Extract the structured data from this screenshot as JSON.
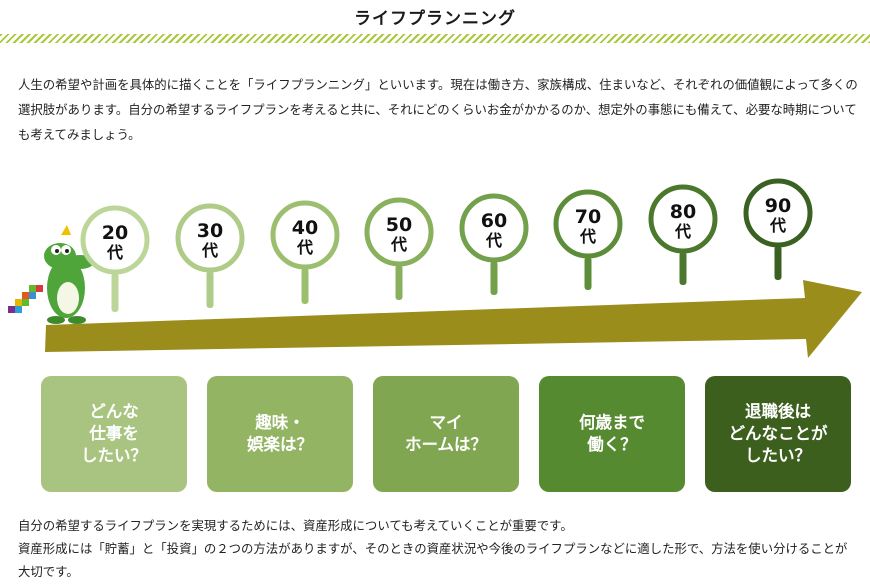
{
  "page": {
    "title": "ライフプランニング",
    "intro": "人生の希望や計画を具体的に描くことを「ライフプランニング」といいます。現在は働き方、家族構成、住まいなど、それぞれの価値観によって多くの選択肢があります。自分の希望するライフプランを考えると共に、それにどのくらいお金がかかるのか、想定外の事態にも備えて、必要な時期についても考えてみましょう。",
    "outro_1": "自分の希望するライフプランを実現するためには、資産形成についても考えていくことが重要です。",
    "outro_2": "資産形成には「貯蓄」と「投資」の２つの方法がありますが、そのときの資産状況や今後のライフプランなどに適した形で、方法を使い分けることが大切です。"
  },
  "timeline": {
    "mascot_question": "?",
    "ages": [
      {
        "num": "20",
        "suffix": "代",
        "color": "#bcd69a"
      },
      {
        "num": "30",
        "suffix": "代",
        "color": "#aecb87"
      },
      {
        "num": "40",
        "suffix": "代",
        "color": "#9cbf6f"
      },
      {
        "num": "50",
        "suffix": "代",
        "color": "#89b05c"
      },
      {
        "num": "60",
        "suffix": "代",
        "color": "#73a04b"
      },
      {
        "num": "70",
        "suffix": "代",
        "color": "#5e8d3a"
      },
      {
        "num": "80",
        "suffix": "代",
        "color": "#4b782d"
      },
      {
        "num": "90",
        "suffix": "代",
        "color": "#3a6022"
      }
    ],
    "arrow_color": "#9b8d1c"
  },
  "cards": [
    {
      "text": "どんな\n仕事を\nしたい？",
      "color": "#a9c480"
    },
    {
      "text": "趣味・\n娯楽は？",
      "color": "#93b463"
    },
    {
      "text": "マイ\nホームは？",
      "color": "#80a651"
    },
    {
      "text": "何歳まで\n働く？",
      "color": "#568a30"
    },
    {
      "text": "退職後は\nどんなことが\nしたい？",
      "color": "#3c5f1e"
    }
  ]
}
